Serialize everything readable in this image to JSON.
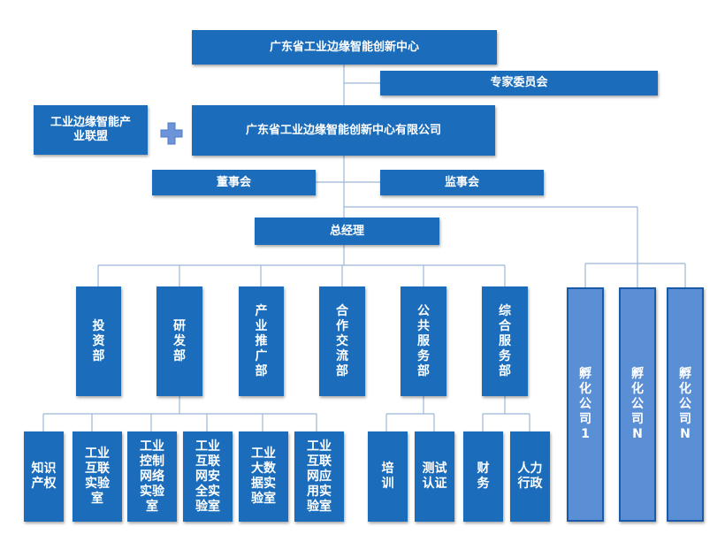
{
  "center": "广东省工业边缘智能创新中心",
  "expert_committee": "专家委员会",
  "alliance": "工业边缘智能产业联盟",
  "company": "广东省工业边缘智能创新中心有限公司",
  "board": "董事会",
  "supervisors": "监事会",
  "gm": "总经理",
  "departments": [
    "投资部",
    "研发部",
    "产业推广部",
    "合作交流部",
    "公共服务部",
    "综合服务部"
  ],
  "rd_units": [
    "知识产权",
    "工业互联实验室",
    "工业控制网络实验室",
    "工业互联网安全实验室",
    "工业大数据实验室",
    "工业互联网应用实验室"
  ],
  "public_units": [
    "培训",
    "测试认证"
  ],
  "general_units": [
    "财务",
    "人力行政"
  ],
  "incubators": [
    "孵化公司1",
    "孵化公司N",
    "孵化公司N"
  ],
  "colors": {
    "box": "#1b6dbb",
    "incubator": "#5a8fd6",
    "line": "#9bb8d6",
    "plus": "#6d93d8"
  }
}
